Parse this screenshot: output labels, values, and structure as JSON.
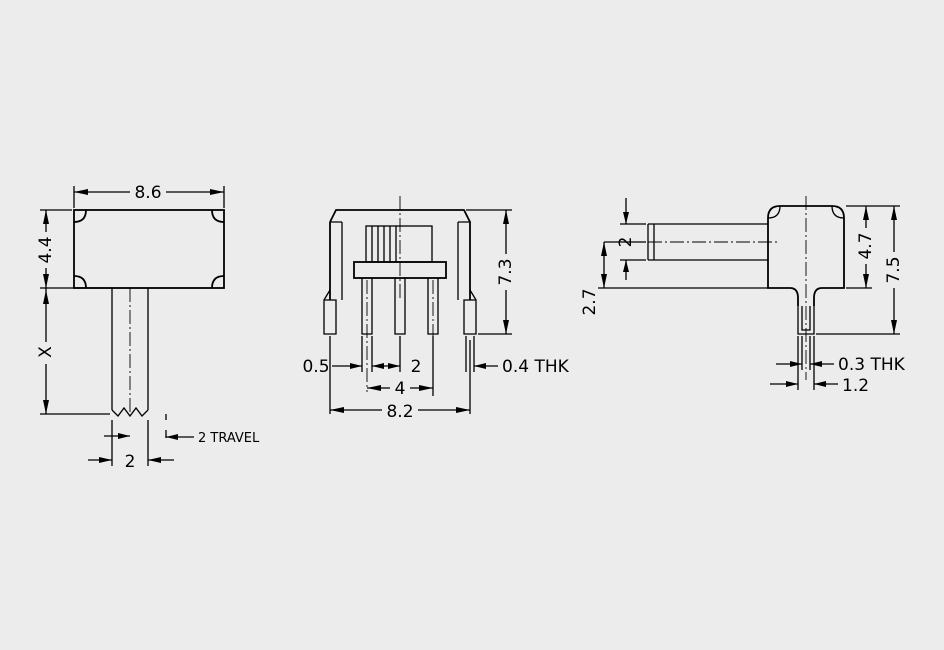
{
  "front_view": {
    "width_dim": "8.6",
    "height_dim": "4.4",
    "lever_length_dim": "X",
    "lever_width_dim": "2",
    "travel_note": "2 TRAVEL"
  },
  "side_view": {
    "pin_width_dim": "0.5",
    "pin_pitch_dim": "2",
    "outer_pin_span_dim": "4",
    "body_width_dim": "8.2",
    "height_dim": "7.3",
    "thickness_note": "0.4 THK"
  },
  "profile_view": {
    "actuator_dim": "2",
    "offset_dim": "2.7",
    "body_height_dim": "4.7",
    "total_height_dim": "7.5",
    "thickness_note": "0.3 THK",
    "pin_dim": "1.2"
  }
}
